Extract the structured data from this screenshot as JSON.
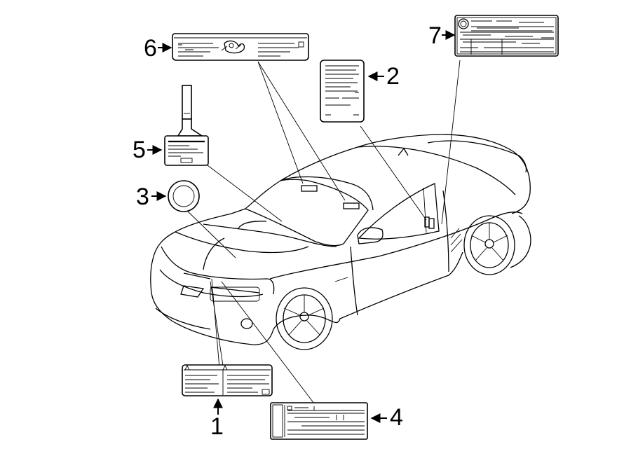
{
  "diagram": {
    "callouts": [
      {
        "id": "1",
        "label": "1"
      },
      {
        "id": "2",
        "label": "2"
      },
      {
        "id": "3",
        "label": "3"
      },
      {
        "id": "4",
        "label": "4"
      },
      {
        "id": "5",
        "label": "5"
      },
      {
        "id": "6",
        "label": "6"
      },
      {
        "id": "7",
        "label": "7"
      }
    ],
    "colors": {
      "line": "#000000",
      "background": "#ffffff"
    },
    "icons": [
      "arrow-right-icon",
      "arrow-left-icon",
      "arrow-up-icon",
      "airbag-warning-icon"
    ]
  }
}
